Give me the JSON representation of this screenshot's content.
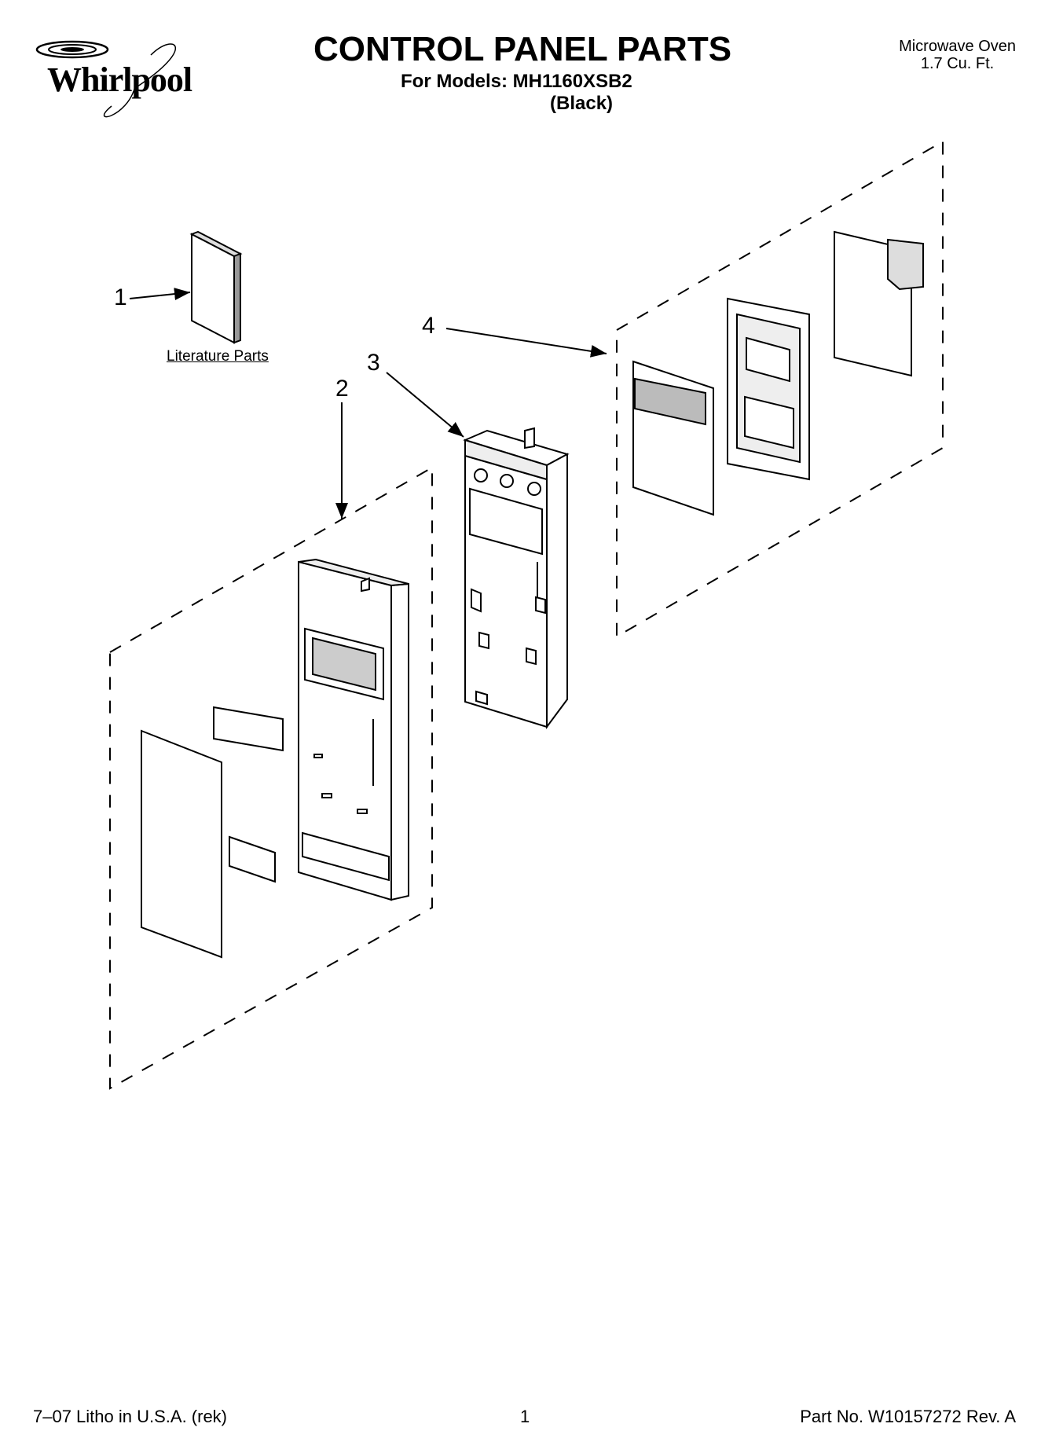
{
  "header": {
    "brand": "Whirlpool",
    "title": "CONTROL PANEL PARTS",
    "models_line": "For Models: MH1160XSB2",
    "variant": "(Black)",
    "product_line1": "Microwave Oven",
    "product_line2": "1.7 Cu. Ft."
  },
  "diagram": {
    "callouts": [
      "1",
      "2",
      "3",
      "4"
    ],
    "literature_label": "Literature Parts"
  },
  "footer": {
    "litho": "7–07 Litho in U.S.A. (rek)",
    "page": "1",
    "part_no": "Part No. W10157272 Rev. A"
  }
}
